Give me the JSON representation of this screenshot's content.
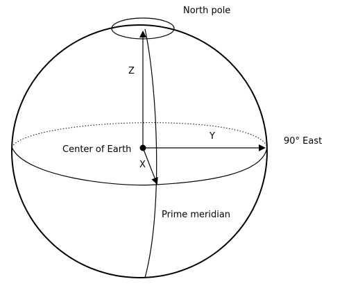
{
  "diagram": {
    "labels": {
      "north_pole": "North pole",
      "z_axis": "Z",
      "y_axis": "Y",
      "x_axis": "X",
      "east_90": "90° East",
      "center": "Center of Earth",
      "prime_meridian": "Prime meridian"
    },
    "colors": {
      "stroke": "#000000",
      "background": "#ffffff"
    }
  }
}
